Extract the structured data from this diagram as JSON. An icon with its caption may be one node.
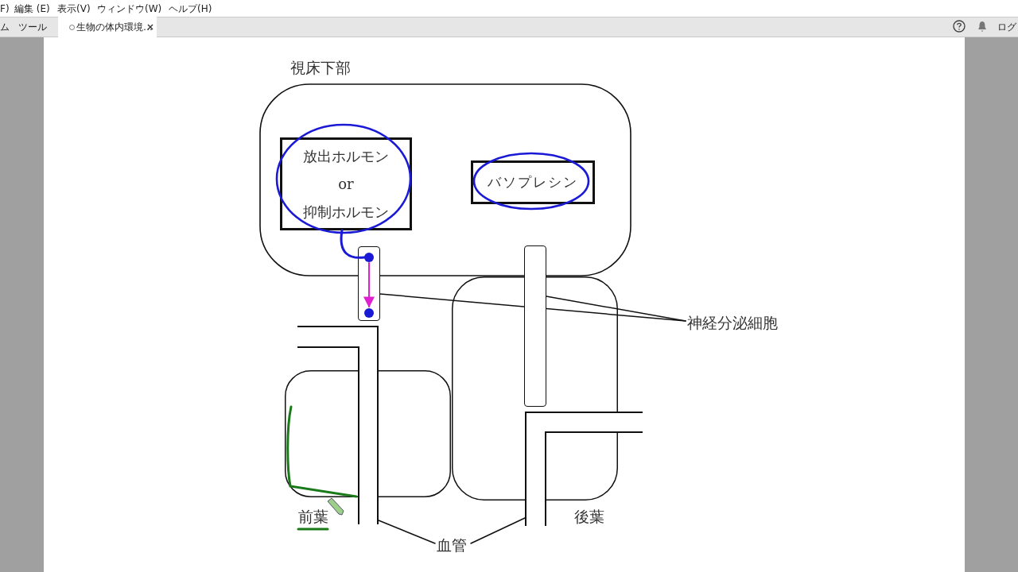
{
  "diagram": {
    "nodes": [
      {
        "text": [
          "視床下部"
        ]
      },
      {
        "text": [
          "放出ホルモン or 抑制ホルモン"
        ],
        "in": 0
      },
      {
        "text": [
          "バソプレシン"
        ],
        "in": 0
      },
      {
        "text": [],
        "shape": "box"
      },
      {
        "text": [],
        "shape": "circle"
      },
      {
        "text": [],
        "shape": "circle",
        "in": 3
      },
      {
        "text": [],
        "shape": "box"
      },
      {
        "text": [
          "神経分泌細胞"
        ]
      },
      {
        "text": [],
        "shape": "box"
      },
      {
        "text": [],
        "shape": "pipe"
      },
      {
        "text": [],
        "shape": "box"
      },
      {
        "text": [],
        "shape": "pipe"
      },
      {
        "text": [
          "血管"
        ]
      }
    ],
    "edges": [
      {
        "from": 7,
        "to": 3,
        "arrow": "none"
      },
      {
        "from": 7,
        "to": 6,
        "arrow": "none"
      },
      {
        "from": 1,
        "to": 4,
        "arrow": "none",
        "color": "#1a1ad6"
      },
      {
        "from": 4,
        "to": 5,
        "arrow": "to",
        "color": "#e020d0"
      },
      {
        "from": 12,
        "to": 9,
        "arrow": "none"
      },
      {
        "from": 12,
        "to": 11,
        "arrow": "none"
      }
    ],
    "labels": [
      "F)",
      "編集 (E)",
      "表示(V)",
      "ウィンドウ(W)",
      "ヘルプ(H)",
      "ム",
      "ツール",
      "生物の体内環境…",
      "ログ",
      "前葉",
      "後葉"
    ]
  }
}
